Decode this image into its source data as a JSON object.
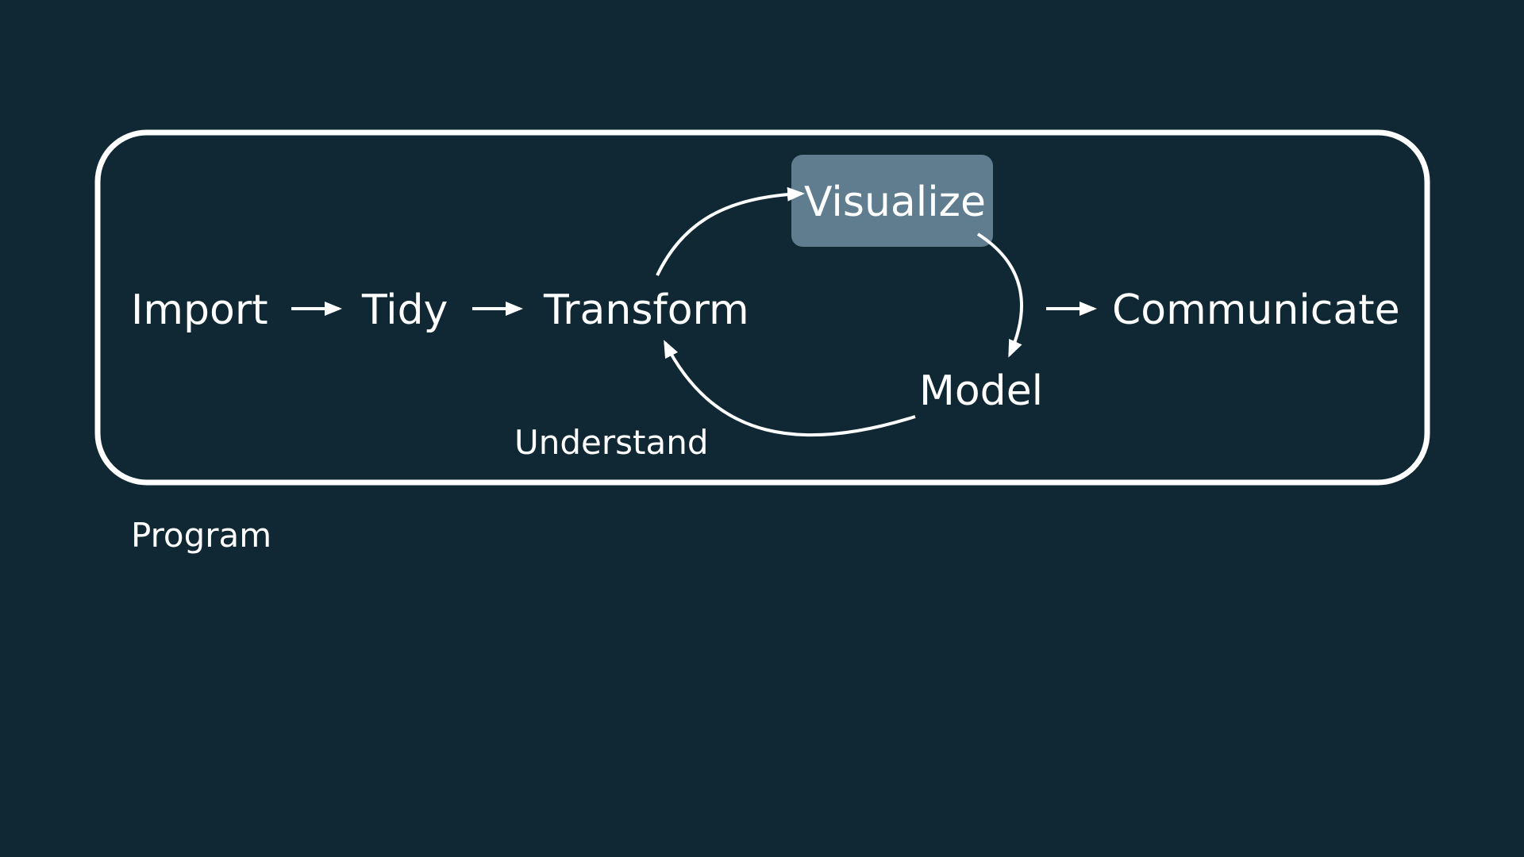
{
  "diagram": {
    "program_label": "Program",
    "understand_label": "Understand",
    "nodes": {
      "import": "Import",
      "tidy": "Tidy",
      "transform": "Transform",
      "visualize": "Visualize",
      "model": "Model",
      "communicate": "Communicate"
    },
    "highlighted_node": "visualize",
    "colors": {
      "background": "#0f2833",
      "highlight_fill": "#5f7d8f",
      "foreground": "#ffffff"
    }
  }
}
